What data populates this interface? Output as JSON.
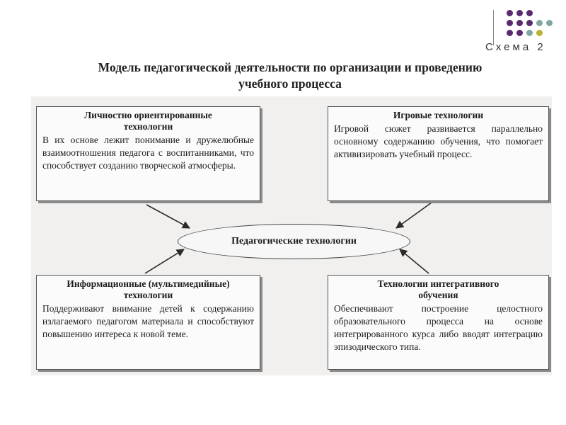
{
  "header": {
    "scheme_label": "Схема 2",
    "title_line1": "Модель педагогической деятельности по организации и проведению",
    "title_line2": "учебного процесса"
  },
  "decor": {
    "dot_colors": [
      "#5b2a6e",
      "#5b2a6e",
      "#5b2a6e",
      "#5b2a6e",
      "#5b2a6e",
      "#5b2a6e",
      "#7fa8a5",
      "#7fa8a5",
      "#5b2a6e",
      "#5b2a6e",
      "#7fa8a5",
      "#b8b530"
    ]
  },
  "diagram": {
    "center": "Педагогические технологии",
    "boxes": {
      "top_left": {
        "title_line1": "Личностно ориентированные",
        "title_line2": "технологии",
        "text": "В их основе лежит понимание и дружелюбные взаимоотношения педагога с воспитанниками, что способствует созданию творческой атмосферы."
      },
      "top_right": {
        "title_line1": "Игровые технологии",
        "text": "Игровой сюжет развивается параллельно основному содержанию обучения, что помогает активизировать учебный процесс."
      },
      "bottom_left": {
        "title_line1": "Информационные (мультимедийные)",
        "title_line2": "технологии",
        "text": "Поддерживают внимание детей к содержанию излагаемого педагогом материала и способствуют повышению интереса к новой теме."
      },
      "bottom_right": {
        "title_line1": "Технологии интегративного",
        "title_line2": "обучения",
        "text": "Обеспечивают построение целостного образовательного процесса на основе интегрированного курса либо вводят интеграцию эпизодического типа."
      }
    }
  }
}
